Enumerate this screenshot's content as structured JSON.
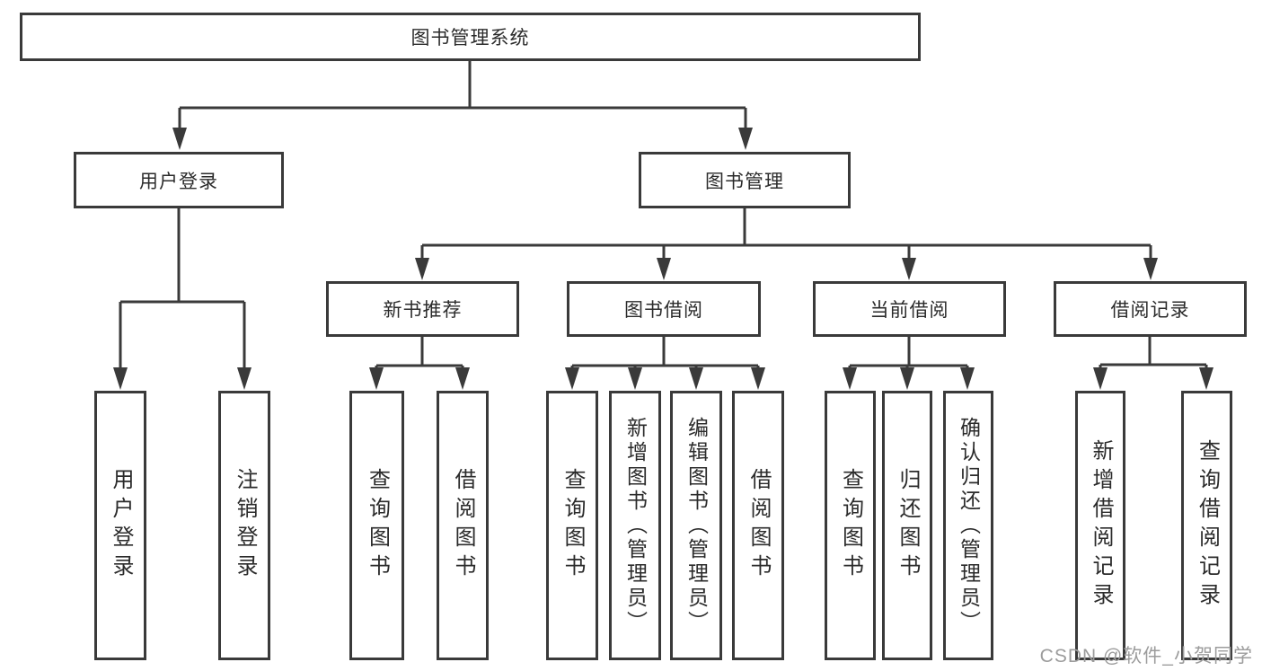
{
  "tree": {
    "root": "图书管理系统",
    "branches": {
      "user": {
        "label": "用户登录",
        "leaves": [
          "用户登录",
          "注销登录"
        ]
      },
      "book": {
        "label": "图书管理",
        "sections": {
          "recommend": {
            "label": "新书推荐",
            "leaves": [
              "查询图书",
              "借阅图书"
            ]
          },
          "borrow": {
            "label": "图书借阅",
            "leaves": [
              "查询图书",
              "新增图书（管理员）",
              "编辑图书（管理员）",
              "借阅图书"
            ]
          },
          "current": {
            "label": "当前借阅",
            "leaves": [
              "查询图书",
              "归还图书",
              "确认归还（管理员）"
            ]
          },
          "records": {
            "label": "借阅记录",
            "leaves": [
              "新增借阅记录",
              "查询借阅记录"
            ]
          }
        }
      }
    }
  },
  "watermark": "CSDN @软件_小贺同学",
  "colors": {
    "line": "#3a3a3a",
    "text": "#2b2b2b",
    "watermark": "#9c9c9c",
    "background": "#ffffff"
  }
}
